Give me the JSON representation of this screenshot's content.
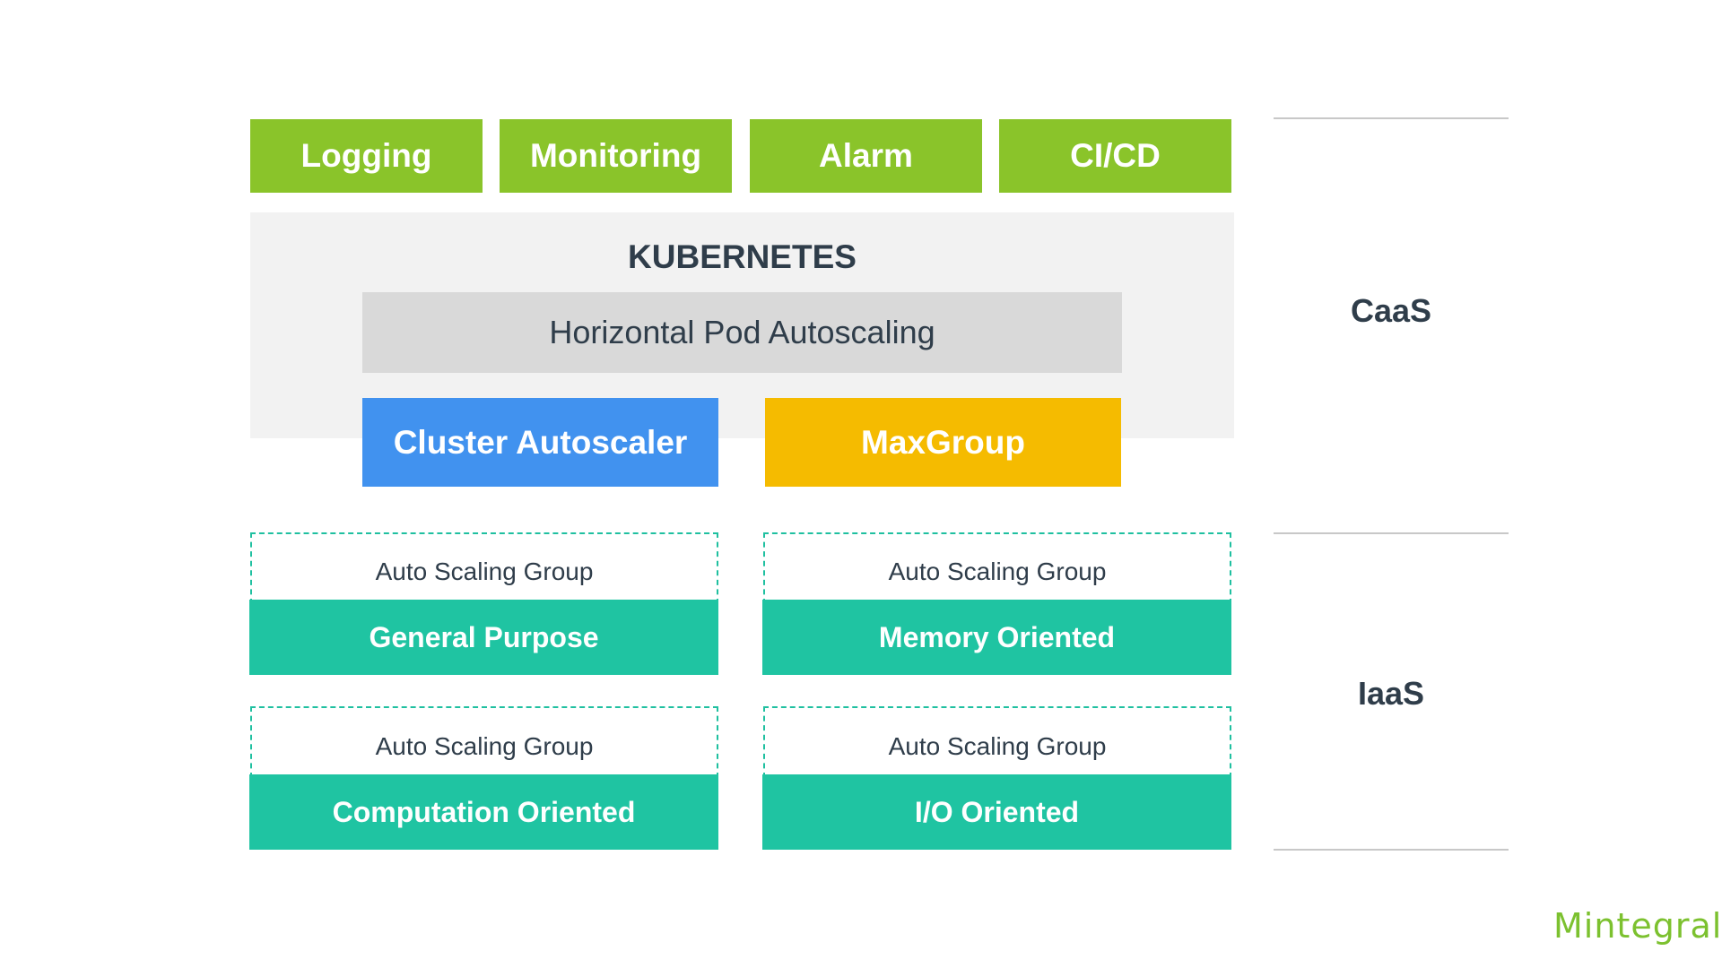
{
  "top_services": [
    "Logging",
    "Monitoring",
    "Alarm",
    "CI/CD"
  ],
  "kubernetes": {
    "title": "KUBERNETES",
    "hpa": "Horizontal Pod Autoscaling",
    "cluster_autoscaler": "Cluster Autoscaler",
    "maxgroup": "MaxGroup"
  },
  "groups": [
    {
      "label": "Auto Scaling Group",
      "name": "General Purpose"
    },
    {
      "label": "Auto Scaling Group",
      "name": "Memory Oriented"
    },
    {
      "label": "Auto Scaling Group",
      "name": "Computation Oriented"
    },
    {
      "label": "Auto Scaling Group",
      "name": "I/O Oriented"
    }
  ],
  "layers": {
    "caas": "CaaS",
    "iaas": "IaaS"
  },
  "logo": "Mintegral",
  "colors": {
    "service_green": "#8ac42a",
    "cluster_autoscaler_blue": "#4192ef",
    "maxgroup_yellow": "#f5bb00",
    "group_teal": "#1fc4a2",
    "k8s_panel_gray": "#f2f2f2",
    "hpa_gray": "#d9d9d9",
    "text_dark": "#2f3d4a"
  }
}
